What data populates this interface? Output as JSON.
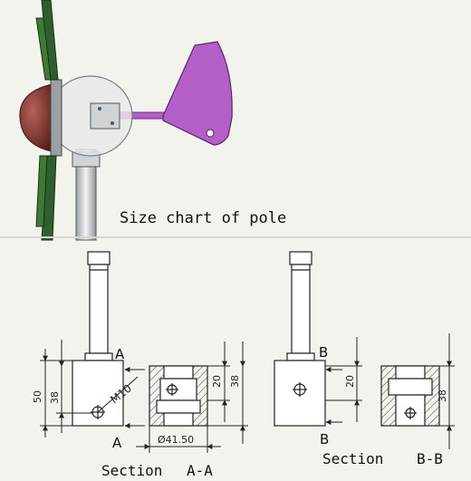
{
  "caption": "Size chart of pole",
  "section_aa": {
    "label_top": "A",
    "label_bottom": "A",
    "thread": "M10",
    "dim_height": "50",
    "dim_lower": "38",
    "dim_right_upper": "20",
    "dim_right_lower": "38",
    "diameter": "Ø41.50",
    "title_word": "Section",
    "title_letter": "A-A"
  },
  "section_bb": {
    "label_top": "B",
    "label_bottom": "B",
    "dim_left": "20",
    "dim_right": "38",
    "title_word": "Section",
    "title_letter": "B-B"
  },
  "colors": {
    "background": "#f3f3ee",
    "tail_fin": "#b35fc7",
    "nose_cone": "#8a3a2e",
    "blade": "#2f5f2a",
    "line": "#222222"
  }
}
